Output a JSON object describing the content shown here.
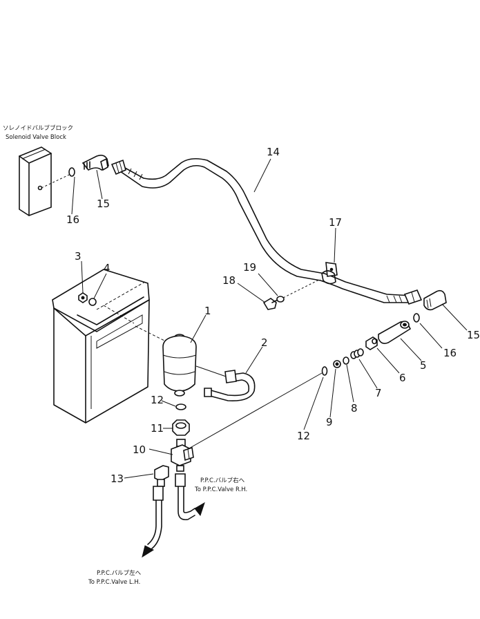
{
  "callouts": {
    "c1": "1",
    "c2": "2",
    "c3": "3",
    "c4": "4",
    "c5": "5",
    "c6": "6",
    "c7": "7",
    "c8": "8",
    "c9": "9",
    "c10": "10",
    "c11": "11",
    "c12a": "12",
    "c12b": "12",
    "c13": "13",
    "c14": "14",
    "c15a": "15",
    "c15b": "15",
    "c16a": "16",
    "c16b": "16",
    "c17": "17",
    "c18": "18",
    "c19": "19"
  },
  "notes": {
    "solenoid_jp": "ソレノイドバルブブロック",
    "solenoid_en": "Solenoid Valve Block",
    "ppc_rh_jp": "P.P.C.バルブ右へ",
    "ppc_rh_en": "To P.P.C.Valve R.H.",
    "ppc_lh_jp": "P.P.C.バルブ左へ",
    "ppc_lh_en": "To P.P.C.Valve L.H."
  }
}
